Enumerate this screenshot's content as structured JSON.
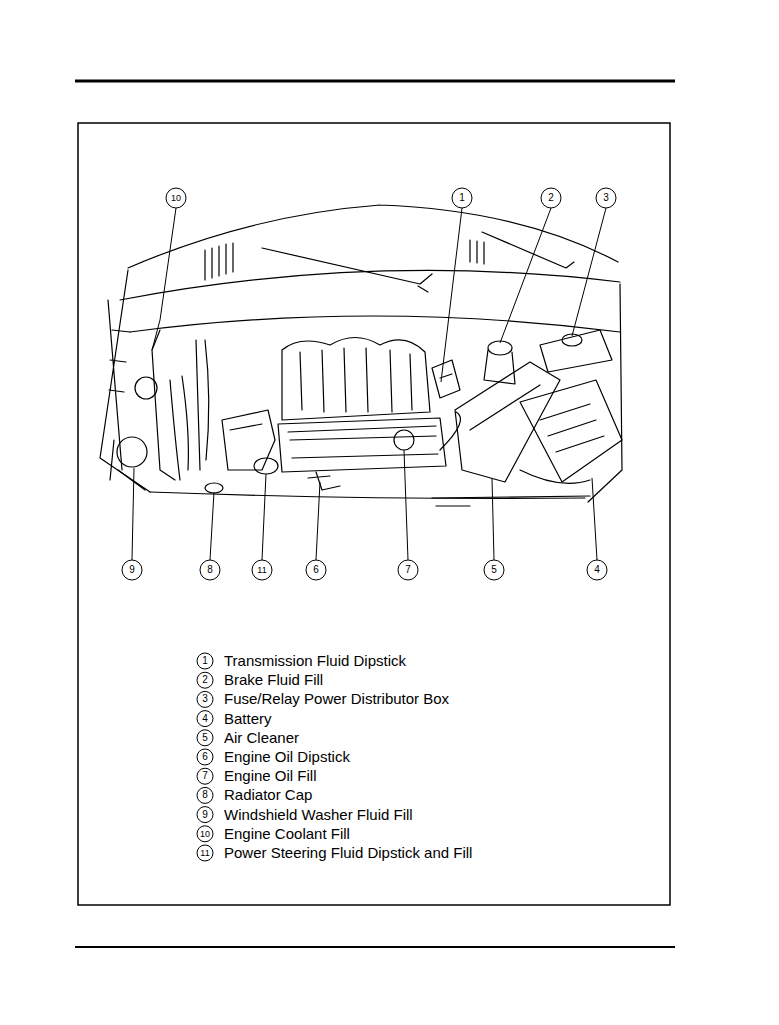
{
  "diagram": {
    "labels": [
      "10",
      "1",
      "2",
      "3",
      "9",
      "8",
      "11",
      "6",
      "7",
      "5",
      "4",
      "1",
      "Transmission Fluid Dipstick",
      "2",
      "Brake Fluid Fill",
      "3",
      "Fuse/Relay Power Distributor Box",
      "4",
      "Battery",
      "5",
      "Air Cleaner",
      "6",
      "Engine Oil Dipstick",
      "7",
      "Engine Oil Fill",
      "8",
      "Radiator Cap",
      "9",
      "Windshield Washer Fluid Fill",
      "10",
      "Engine Coolant Fill",
      "11",
      "Power Steering Fluid Dipstick and Fill"
    ]
  }
}
